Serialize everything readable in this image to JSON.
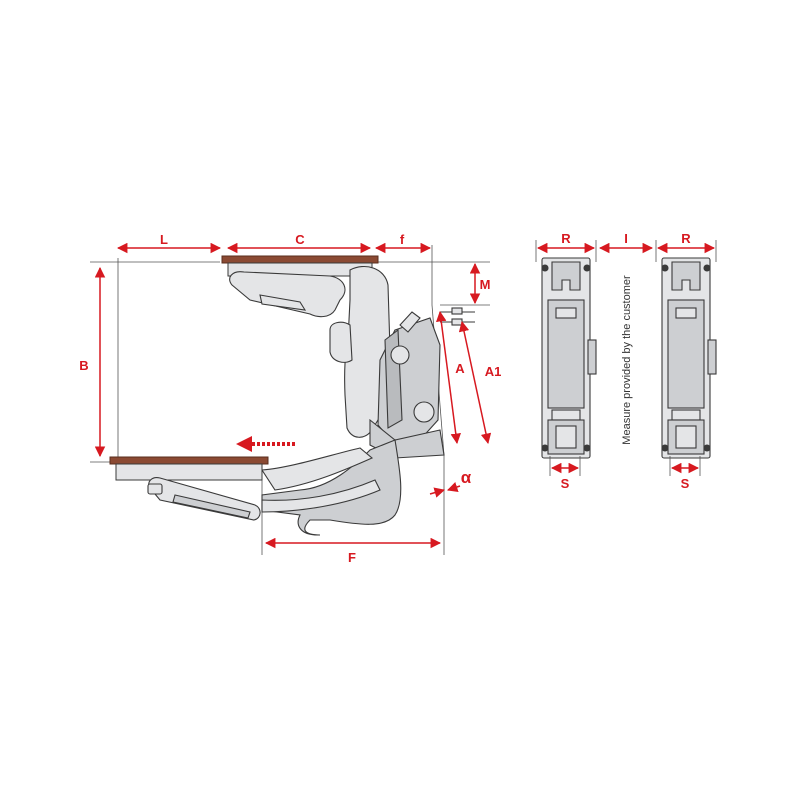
{
  "colors": {
    "dimension": "#d71920",
    "outline": "#3a3a3a",
    "body_fill": "#cdcfd2",
    "body_fill_light": "#e4e5e7",
    "board": "#8b4a33",
    "board_edge": "#5a2e1e"
  },
  "dimensions": {
    "L": "L",
    "C": "C",
    "f": "f",
    "M": "M",
    "B": "B",
    "A": "A",
    "A1": "A1",
    "F": "F",
    "alpha": "α",
    "R_left": "R",
    "I": "I",
    "R_right": "R",
    "S_left": "S",
    "S_right": "S"
  },
  "note": "Measure provided by the customer",
  "icons": {
    "direction": "dashed-arrow-left-icon"
  }
}
